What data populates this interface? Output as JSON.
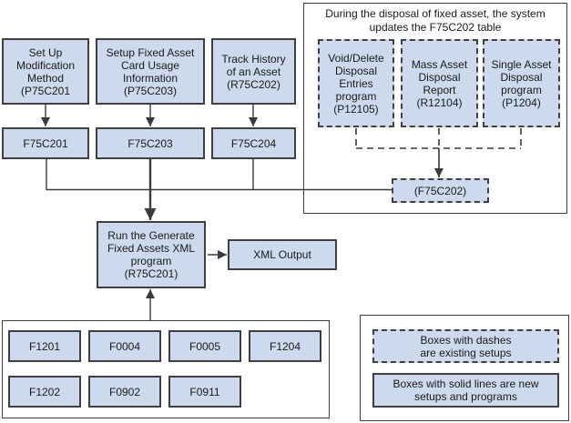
{
  "colors": {
    "box_fill": "#cdd9ec",
    "box_border": "#404040",
    "line": "#3a3a3a",
    "background": "#ffffff"
  },
  "setup_flow": {
    "setup_modification": "Set Up\nModification\nMethod\n(P75C201",
    "setup_card_usage": "Setup Fixed Asset\nCard Usage\nInformation\n(P75C203)",
    "track_history": "Track History\nof an Asset\n(R75C202)",
    "f75c201": "F75C201",
    "f75c203": "F75C203",
    "f75c204": "F75C204"
  },
  "generate_flow": {
    "run_generate": "Run the Generate\nFixed Assets XML\nprogram\n(R75C201)",
    "xml_output": "XML Output"
  },
  "disposal_group": {
    "title": "During the disposal of fixed asset, the system\nupdates the F75C202 table",
    "void_delete": "Void/Delete\nDisposal\nEntries\nprogram\n(P12105)",
    "mass_asset": "Mass Asset\nDisposal\nReport\n(R12104)",
    "single_asset": "Single Asset\nDisposal\nprogram\n(P1204)",
    "f75c202": "(F75C202)"
  },
  "source_tables": [
    "F1201",
    "F0004",
    "F0005",
    "F1204",
    "F1202",
    "F0902",
    "F0911"
  ],
  "legend": {
    "dashed": "Boxes with dashes\nare existing setups",
    "solid": "Boxes with solid lines are new\nsetups and programs"
  }
}
